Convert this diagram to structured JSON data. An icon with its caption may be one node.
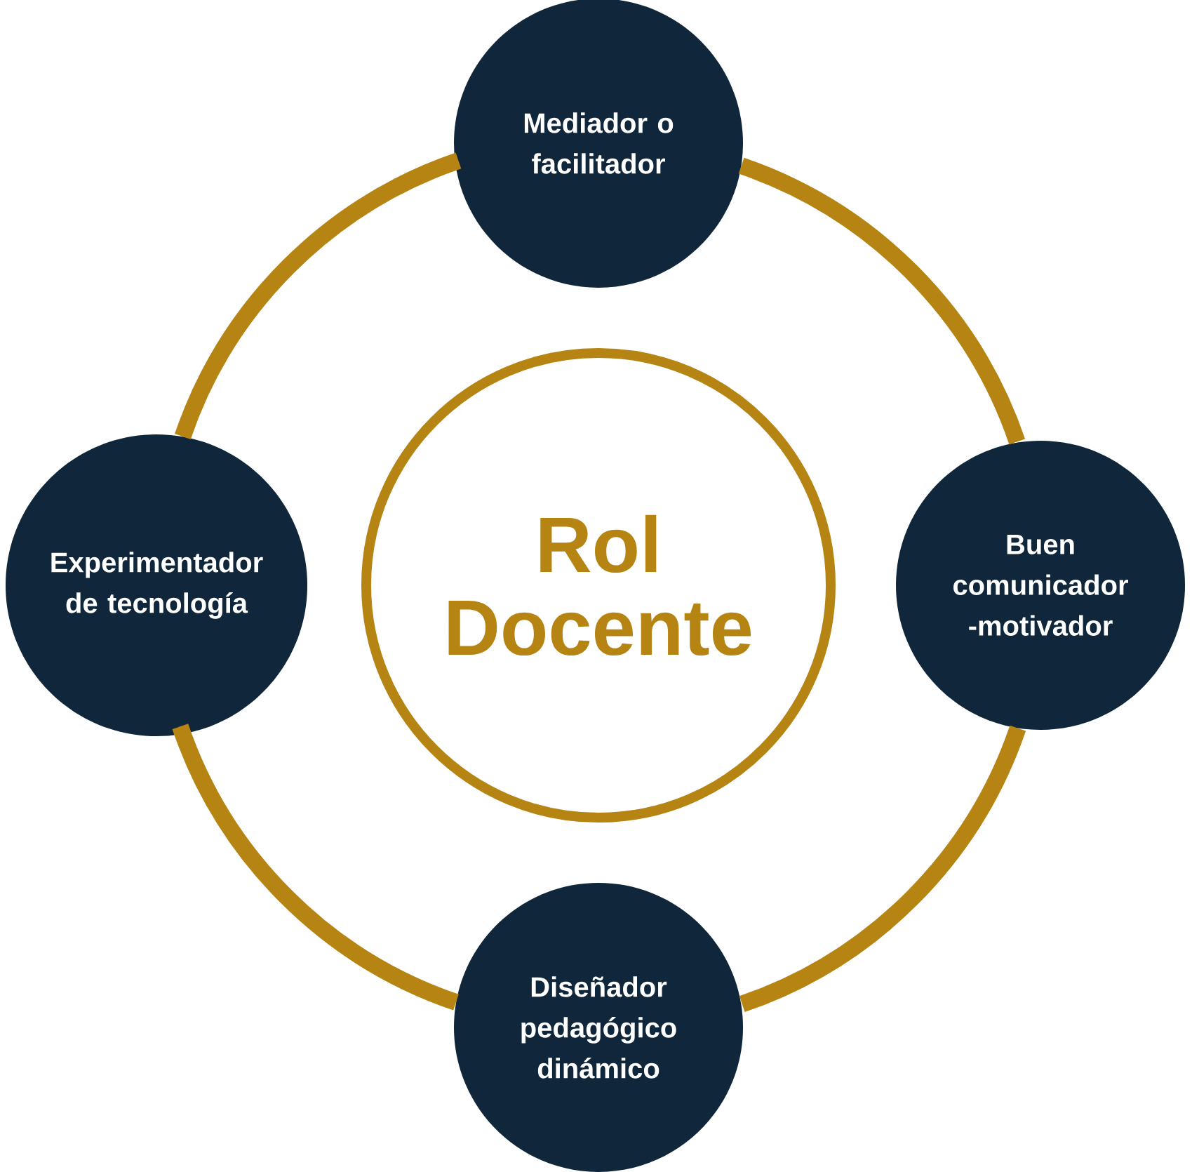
{
  "diagram": {
    "nodes": [
      {
        "text": [
          "Mediador o facilitador"
        ]
      },
      {
        "text": [
          "Experimentador de tecnología"
        ]
      },
      {
        "text": [
          "Rol Docente"
        ]
      },
      {
        "text": [
          "Buen comunicador -motivador"
        ]
      },
      {
        "text": [
          "Diseñador pedagógico dinámico"
        ]
      }
    ],
    "edges": [
      {
        "from": 0,
        "to": 3,
        "arrow": "none"
      },
      {
        "from": 3,
        "to": 4,
        "arrow": "none"
      },
      {
        "from": 4,
        "to": 1,
        "arrow": "none"
      },
      {
        "from": 1,
        "to": 0,
        "arrow": "none"
      }
    ]
  }
}
